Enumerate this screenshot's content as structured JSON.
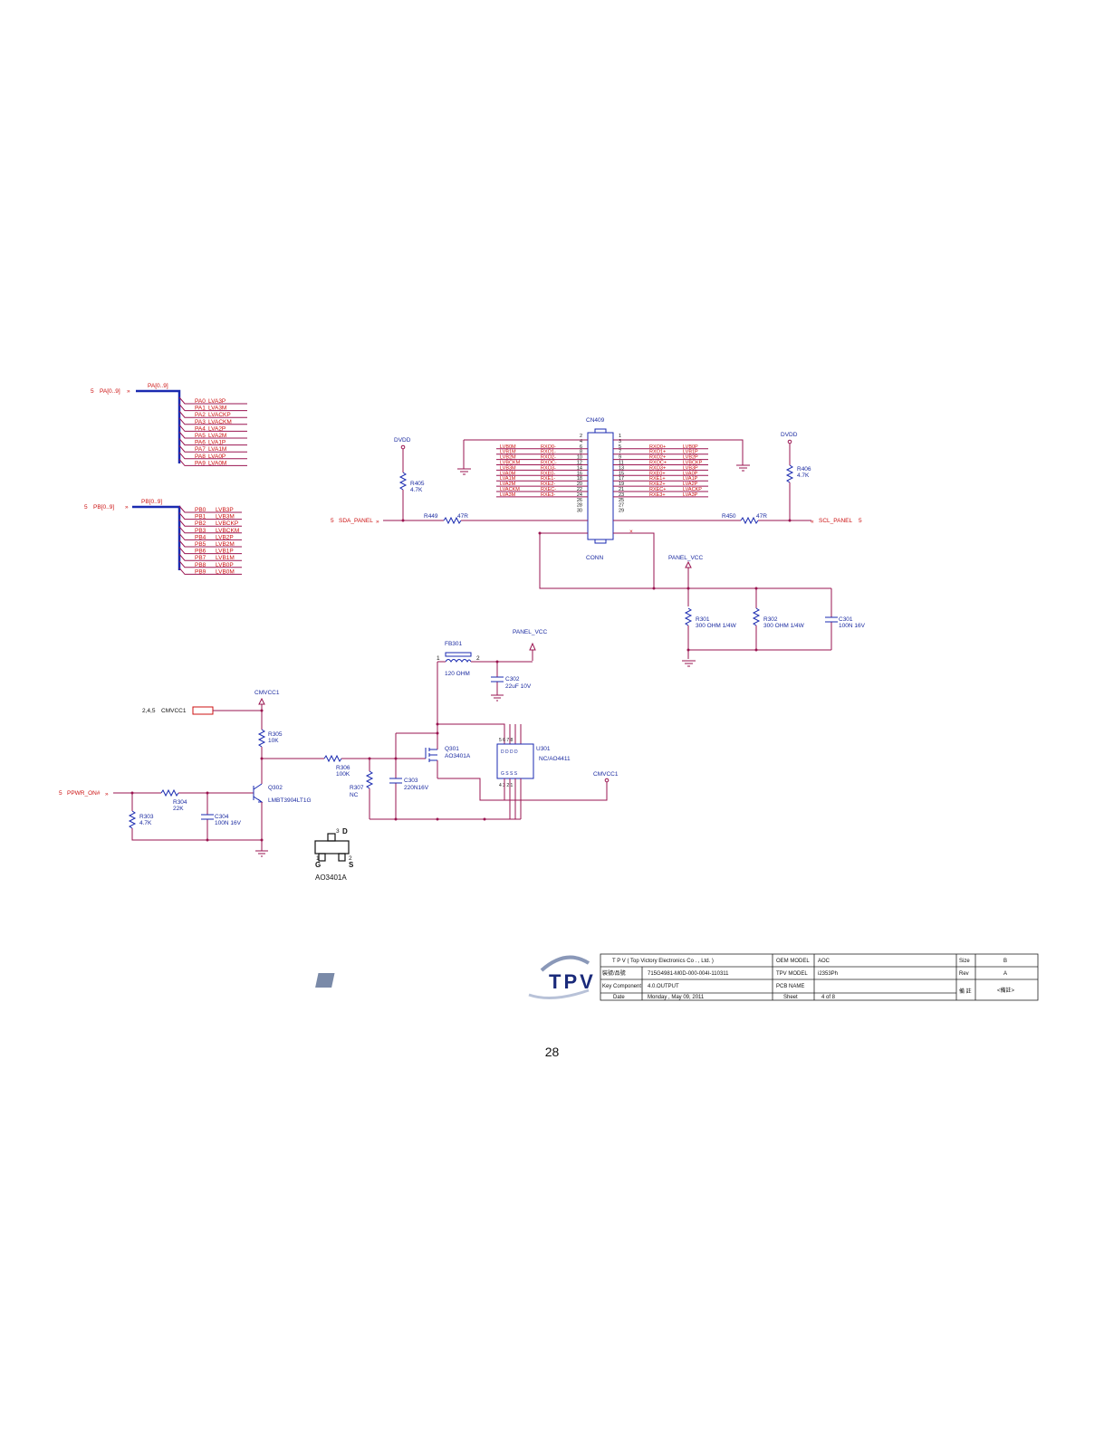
{
  "bus_a": {
    "port_ref": "5",
    "port_name": "PA[0..9]",
    "bus_label": "PA[0..9]",
    "items": [
      {
        "pin": "PA0",
        "net": "LVA3P"
      },
      {
        "pin": "PA1",
        "net": "LVA3M"
      },
      {
        "pin": "PA2",
        "net": "LVACKP"
      },
      {
        "pin": "PA3",
        "net": "LVACKM"
      },
      {
        "pin": "PA4",
        "net": "LVA2P"
      },
      {
        "pin": "PA5",
        "net": "LVA2M"
      },
      {
        "pin": "PA6",
        "net": "LVA1P"
      },
      {
        "pin": "PA7",
        "net": "LVA1M"
      },
      {
        "pin": "PA8",
        "net": "LVA0P"
      },
      {
        "pin": "PA9",
        "net": "LVA0M"
      }
    ]
  },
  "bus_b": {
    "port_ref": "5",
    "port_name": "PB[0..9]",
    "bus_label": "PB[0..9]",
    "items": [
      {
        "pin": "PB0",
        "net": "LVB3P"
      },
      {
        "pin": "PB1",
        "net": "LVB3M"
      },
      {
        "pin": "PB2",
        "net": "LVBCKP"
      },
      {
        "pin": "PB3",
        "net": "LVBCKM"
      },
      {
        "pin": "PB4",
        "net": "LVB2P"
      },
      {
        "pin": "PB5",
        "net": "LVB2M"
      },
      {
        "pin": "PB6",
        "net": "LVB1P"
      },
      {
        "pin": "PB7",
        "net": "LVB1M"
      },
      {
        "pin": "PB8",
        "net": "LVB0P"
      },
      {
        "pin": "PB9",
        "net": "LVB0M"
      }
    ]
  },
  "connector": {
    "ref": "CN409",
    "value": "CONN",
    "left_rows": [
      {
        "pin": "2",
        "net": "",
        "sig": ""
      },
      {
        "pin": "4",
        "net": "",
        "sig": ""
      },
      {
        "pin": "6",
        "net": "LVB0M",
        "sig": "RXO0-"
      },
      {
        "pin": "8",
        "net": "LVB1M",
        "sig": "RXO1-"
      },
      {
        "pin": "10",
        "net": "LVB2M",
        "sig": "RXO2-"
      },
      {
        "pin": "12",
        "net": "LVBCKM",
        "sig": "RXOC-"
      },
      {
        "pin": "14",
        "net": "LVB3M",
        "sig": "RXO3-"
      },
      {
        "pin": "16",
        "net": "LVA0M",
        "sig": "RXE0-"
      },
      {
        "pin": "18",
        "net": "LVA1M",
        "sig": "RXE1-"
      },
      {
        "pin": "20",
        "net": "LVA2M",
        "sig": "RXE2-"
      },
      {
        "pin": "22",
        "net": "LVACKM",
        "sig": "RXEC-"
      },
      {
        "pin": "24",
        "net": "LVA3M",
        "sig": "RXE3-"
      },
      {
        "pin": "26",
        "net": "",
        "sig": ""
      },
      {
        "pin": "28",
        "net": "",
        "sig": ""
      },
      {
        "pin": "30",
        "net": "",
        "sig": ""
      }
    ],
    "right_rows": [
      {
        "pin": "1",
        "sig": "",
        "net": ""
      },
      {
        "pin": "3",
        "sig": "",
        "net": ""
      },
      {
        "pin": "5",
        "sig": "RXO0+",
        "net": "LVB0P"
      },
      {
        "pin": "7",
        "sig": "RXO1+",
        "net": "LVB1P"
      },
      {
        "pin": "9",
        "sig": "RXO2+",
        "net": "LVB2P"
      },
      {
        "pin": "11",
        "sig": "RXOC+",
        "net": "LVBCKP"
      },
      {
        "pin": "13",
        "sig": "RXO3+",
        "net": "LVB3P"
      },
      {
        "pin": "15",
        "sig": "RXE0+",
        "net": "LVA0P"
      },
      {
        "pin": "17",
        "sig": "RXE1+",
        "net": "LVA1P"
      },
      {
        "pin": "19",
        "sig": "RXE2+",
        "net": "LVA2P"
      },
      {
        "pin": "21",
        "sig": "RXEC+",
        "net": "LVACKP"
      },
      {
        "pin": "23",
        "sig": "RXE3+",
        "net": "LVA3P"
      },
      {
        "pin": "25",
        "sig": "",
        "net": ""
      },
      {
        "pin": "27",
        "sig": "",
        "net": ""
      },
      {
        "pin": "29",
        "sig": "",
        "net": ""
      }
    ]
  },
  "nets": {
    "dvdd": "DVDD",
    "panel_vcc": "PANEL_VCC",
    "cmvcc1": "CMVCC1",
    "sda_ref": "5",
    "sda": "SDA_PANEL",
    "scl_ref": "5",
    "scl": "SCL_PANEL",
    "cmvcc1_port_ref": "2,4,5",
    "pwr_ref": "5",
    "pwr": "PPWR_ON#"
  },
  "parts": {
    "r405": {
      "ref": "R405",
      "val": "4.7K"
    },
    "r406": {
      "ref": "R406",
      "val": "4.7K"
    },
    "r449": {
      "ref": "R449",
      "val": "47R"
    },
    "r450": {
      "ref": "R450",
      "val": "47R"
    },
    "r301": {
      "ref": "R301",
      "val": "300 OHM 1/4W"
    },
    "r302": {
      "ref": "R302",
      "val": "300 OHM 1/4W"
    },
    "c301": {
      "ref": "C301",
      "val": "100N 16V"
    },
    "fb301": {
      "ref": "FB301",
      "val": "120 OHM",
      "pin1": "1",
      "pin2": "2"
    },
    "c302": {
      "ref": "C302",
      "val": "22uF 10V"
    },
    "r305": {
      "ref": "R305",
      "val": "10K"
    },
    "r306": {
      "ref": "R306",
      "val": "100K"
    },
    "r307": {
      "ref": "R307",
      "val": "NC"
    },
    "c303": {
      "ref": "C303",
      "val": "220N16V"
    },
    "q301": {
      "ref": "Q301",
      "val": "AO3401A"
    },
    "u301": {
      "ref": "U301",
      "val": "NC/AO4411",
      "pins_top": "5 6 7 8",
      "pins_bot": "4 3 2 1",
      "inner_top": "D D D D",
      "inner_bot": "G S S S"
    },
    "q302": {
      "ref": "Q302",
      "val": "LMBT3904LT1G"
    },
    "r304": {
      "ref": "R304",
      "val": "22K"
    },
    "c304": {
      "ref": "C304",
      "val": "100N 16V"
    },
    "r303": {
      "ref": "R303",
      "val": "4.7K"
    }
  },
  "package": {
    "name": "AO3401A",
    "pin3": "3",
    "d": "D",
    "pin1": "1",
    "g": "G",
    "pin2": "2",
    "s": "S"
  },
  "title_block": {
    "company": "T P V  ( Top   Victory    Electronics    Co . ,   Ltd. )",
    "logo": "TPV",
    "r1_label": "裝號/品號",
    "r1_value": "715G4981-M0D-000-004I-110311",
    "r2_label": "Key Component",
    "r2_value": "4.0.OUTPUT",
    "date_label": "Date",
    "date_value": "Monday , May 09, 2011",
    "oem_label": "OEM MODEL",
    "oem_value": "AOC",
    "tpv_label": "TPV MODEL",
    "tpv_value": "i2353Ph",
    "pcb_label": "PCB NAME",
    "pcb_value": "",
    "sheet_label": "Sheet",
    "sheet_value": "4     of       8",
    "size_label": "Size",
    "size_value": "B",
    "rev_label": "Rev",
    "rev_value": "A",
    "note_label": "備 註",
    "note_value": "<備註>"
  },
  "page_number": "28"
}
